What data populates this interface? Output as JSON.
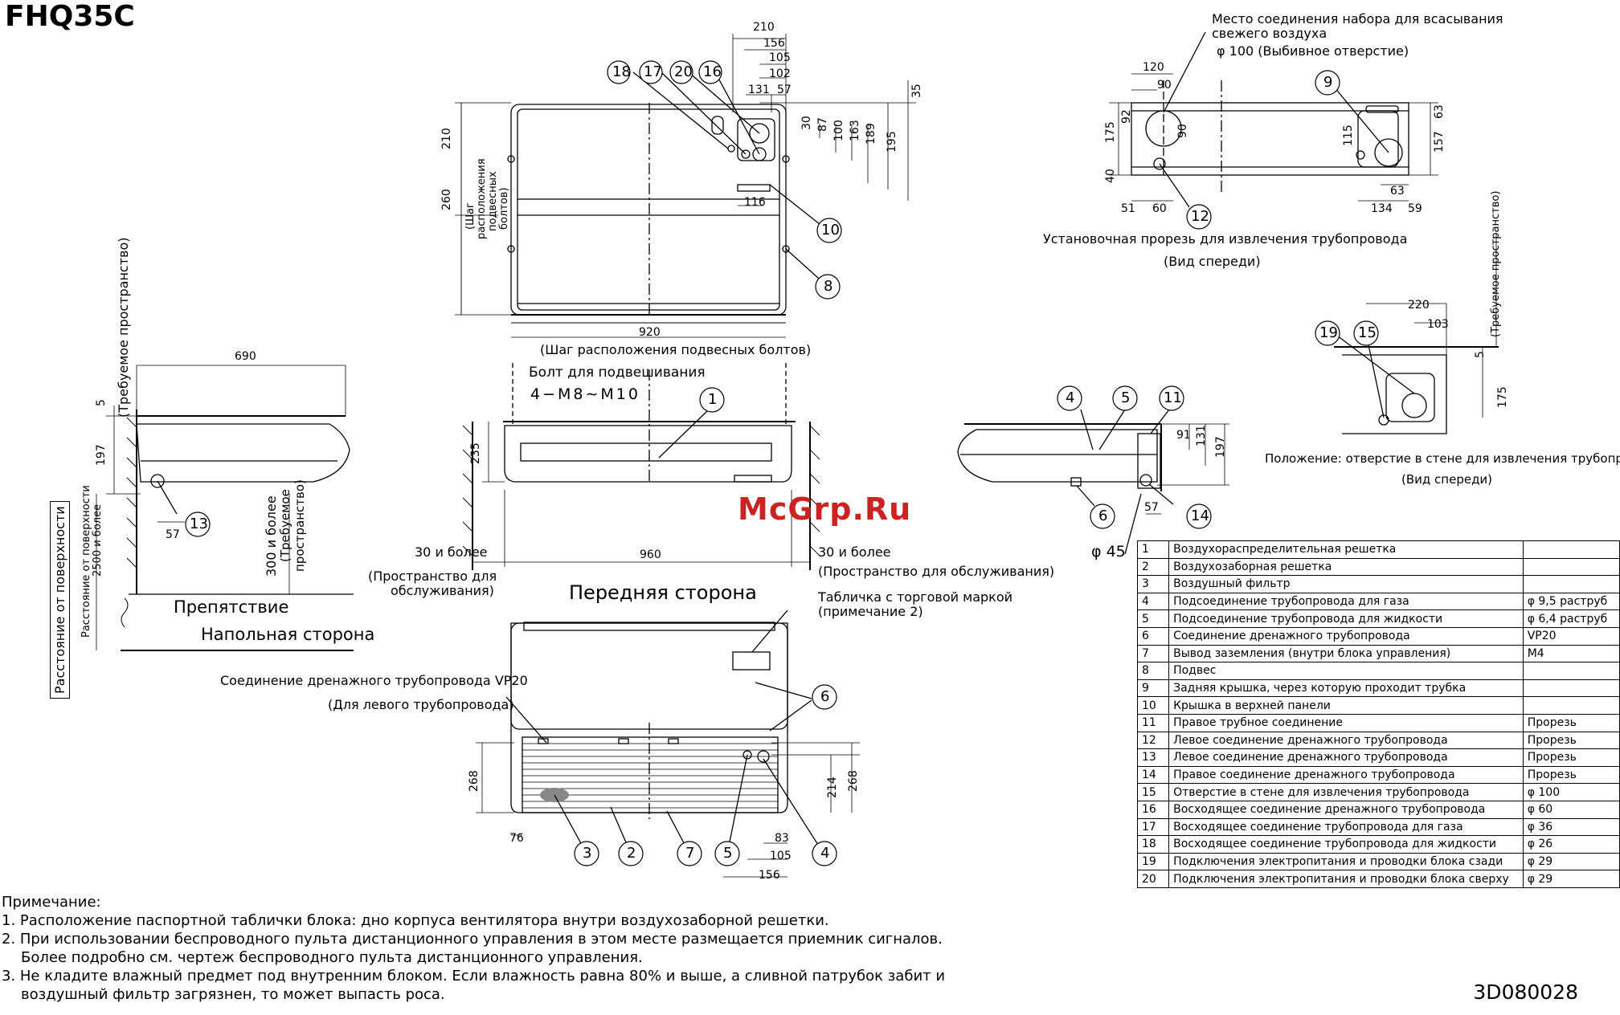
{
  "title": "FHQ35C",
  "doc_number": "3D080028",
  "watermark": "McGrp.Ru",
  "labels": {
    "fresh_air_1": "Место соединения набора для всасывания",
    "fresh_air_2": "свежего воздуха",
    "knockout": "φ 100 (Выбивное отверстие)",
    "slit_top": "Установочная прорезь для извлечения трубопровода",
    "front_view_1": "(Вид спереди)",
    "required_space": "(Требуемое пространство)",
    "bolt_pitch_v1": "(Шаг",
    "bolt_pitch_v2": "расположения",
    "bolt_pitch_v3": "подвесных",
    "bolt_pitch_v4": "болтов)",
    "bolt_pitch_h": "(Шаг расположения подвесных болтов)",
    "bolt": "Болт для подвешивания",
    "bolt_spec": "4−M8∼M10",
    "space_30_left": "30 и более",
    "space_30_right": "30 и более",
    "service_left_1": "(Пространство для",
    "service_left_2": "обслуживания)",
    "service_right": "(Пространство для обслуживания)",
    "front_side": "Передняя сторона",
    "nameplate_1": "Табличка с торговой маркой",
    "nameplate_2": "(примечание 2)",
    "drain_vp20": "Соединение дренажного трубопровода VP20",
    "left_piping": "(Для левого трубопровода)",
    "obstacle": "Препятствие",
    "floor_side": "Напольная сторона",
    "distance_surface": "Расстояние от поверхности",
    "distance_surface_2500a": "Расстояние от поверхности",
    "distance_surface_2500b": "2500 и более",
    "space_300": "300 и более",
    "space_300_req": "(Требуемое",
    "space_300_req2": "пространство)",
    "wall_hole_position": "Положение: отверстие в стене для извлечения трубопровода",
    "front_view_2": "(Вид спереди)",
    "phi45": "φ 45",
    "required_space_right": "(Требуемое пространство)"
  },
  "dimensions": {
    "d210a": "210",
    "d156a": "156",
    "d105a": "105",
    "d102": "102",
    "d131a": "131",
    "d57a": "57",
    "d35": "35",
    "d30": "30",
    "d87": "87",
    "d100": "100",
    "d163": "163",
    "d189": "189",
    "d195": "195",
    "d210b": "210",
    "d260": "260",
    "d116": "116",
    "d920": "920",
    "d690": "690",
    "d5a": "5",
    "d197a": "197",
    "d57b": "57",
    "d235": "235",
    "d960": "960",
    "d91": "91",
    "d131b": "131",
    "d197b": "197",
    "d57c": "57",
    "d120": "120",
    "d90a": "90",
    "d92": "92",
    "d175a": "175",
    "d90b": "90",
    "d40": "40",
    "d51": "51",
    "d60": "60",
    "d115": "115",
    "d63a": "63",
    "d157": "157",
    "d63b": "63",
    "d134": "134",
    "d59": "59",
    "d220": "220",
    "d103": "103",
    "d5b": "5",
    "d175b": "175",
    "d268a": "268",
    "d76": "76",
    "d214": "214",
    "d268b": "268",
    "d83": "83",
    "d105b": "105",
    "d156b": "156"
  },
  "callouts": {
    "c18": "18",
    "c17": "17",
    "c20": "20",
    "c16": "16",
    "c10": "10",
    "c8": "8",
    "c1": "1",
    "c13": "13",
    "c4": "4",
    "c5": "5",
    "c11": "11",
    "c6": "6",
    "c14": "14",
    "c9": "9",
    "c12": "12",
    "c19": "19",
    "c15": "15",
    "c6b": "6",
    "c3": "3",
    "c2": "2",
    "c7": "7",
    "c5b": "5",
    "c4b": "4"
  },
  "legend": [
    {
      "n": "1",
      "desc": "Воздухораспределительная решетка",
      "spec": ""
    },
    {
      "n": "2",
      "desc": "Воздухозаборная решетка",
      "spec": ""
    },
    {
      "n": "3",
      "desc": "Воздушный фильтр",
      "spec": ""
    },
    {
      "n": "4",
      "desc": "Подсоединение трубопровода для газа",
      "spec": "φ 9,5 раструб"
    },
    {
      "n": "5",
      "desc": "Подсоединение трубопровода для жидкости",
      "spec": "φ 6,4 раструб"
    },
    {
      "n": "6",
      "desc": "Соединение дренажного трубопровода",
      "spec": "VP20"
    },
    {
      "n": "7",
      "desc": "Вывод заземления (внутри блока управления)",
      "spec": "M4"
    },
    {
      "n": "8",
      "desc": "Подвес",
      "spec": ""
    },
    {
      "n": "9",
      "desc": "Задняя крышка, через которую проходит трубка",
      "spec": ""
    },
    {
      "n": "10",
      "desc": "Крышка в верхней панели",
      "spec": ""
    },
    {
      "n": "11",
      "desc": "Правое трубное соединение",
      "spec": "Прорезь"
    },
    {
      "n": "12",
      "desc": "Левое соединение дренажного трубопровода",
      "spec": "Прорезь"
    },
    {
      "n": "13",
      "desc": "Левое соединение дренажного трубопровода",
      "spec": "Прорезь"
    },
    {
      "n": "14",
      "desc": "Правое соединение дренажного трубопровода",
      "spec": "Прорезь"
    },
    {
      "n": "15",
      "desc": "Отверстие в стене для извлечения трубопровода",
      "spec": "φ 100"
    },
    {
      "n": "16",
      "desc": "Восходящее соединение дренажного трубопровода",
      "spec": "φ 60"
    },
    {
      "n": "17",
      "desc": "Восходящее соединение трубопровода для газа",
      "spec": "φ 36"
    },
    {
      "n": "18",
      "desc": "Восходящее соединение трубопровода для жидкости",
      "spec": "φ 26"
    },
    {
      "n": "19",
      "desc": "Подключения электропитания и проводки блока сзади",
      "spec": "φ 29"
    },
    {
      "n": "20",
      "desc": "Подключения электропитания и проводки блока сверху",
      "spec": "φ 29"
    }
  ],
  "notes": {
    "heading": "Примечание:",
    "n1": "1. Расположение паспортной таблички блока: дно корпуса вентилятора внутри воздухозаборной решетки.",
    "n2a": "2. При использовании беспроводного пульта дистанционного управления в этом месте размещается приемник сигналов.",
    "n2b": "Более подробно см. чертеж беспроводного пульта дистанционного управления.",
    "n3a": "3. Не кладите влажный предмет под внутренним блоком. Если влажность равна 80% и выше, а сливной патрубок забит и",
    "n3b": "воздушный фильтр загрязнен, то может выпасть роса."
  }
}
